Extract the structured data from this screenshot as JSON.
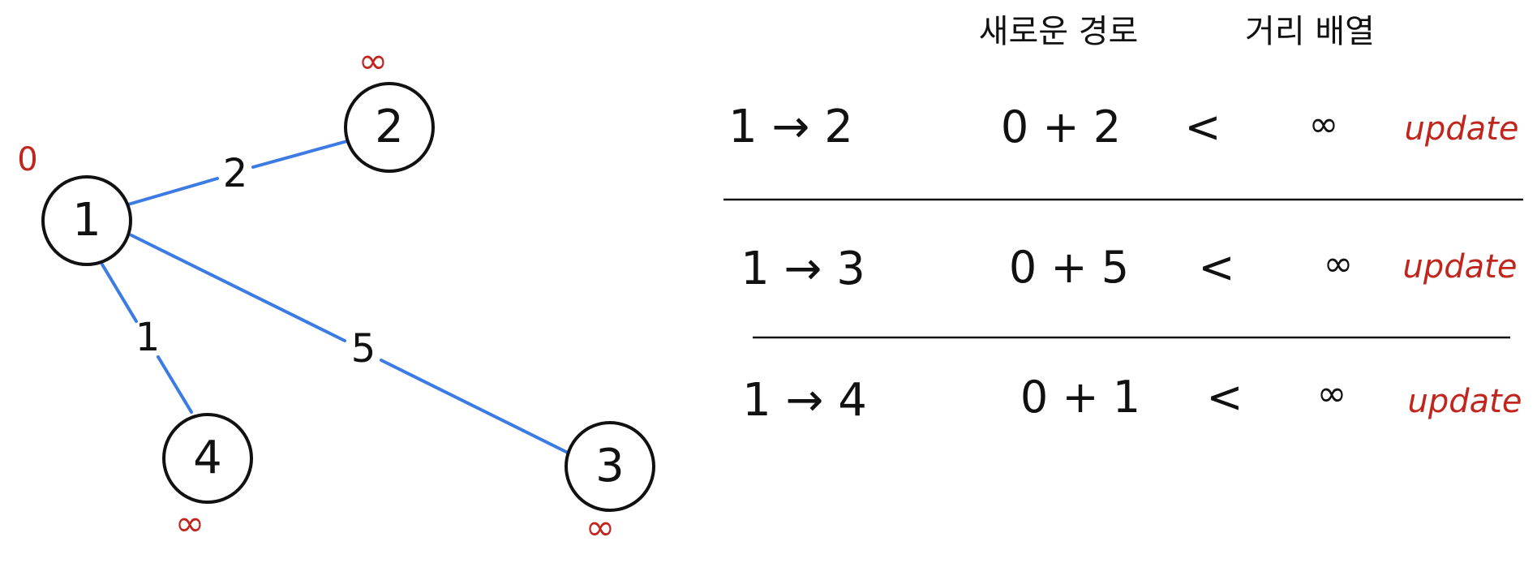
{
  "colors": {
    "edge": "#3b7be3",
    "ink": "#111111",
    "distance_mark": "#c0261d"
  },
  "graph": {
    "nodes": [
      {
        "id": "1",
        "label": "1",
        "distance": "0"
      },
      {
        "id": "2",
        "label": "2",
        "distance": "∞"
      },
      {
        "id": "3",
        "label": "3",
        "distance": "∞"
      },
      {
        "id": "4",
        "label": "4",
        "distance": "∞"
      }
    ],
    "edges": [
      {
        "from": "1",
        "to": "2",
        "weight": "2"
      },
      {
        "from": "1",
        "to": "3",
        "weight": "5"
      },
      {
        "from": "1",
        "to": "4",
        "weight": "1"
      }
    ]
  },
  "table": {
    "headers": {
      "new_path": "새로운 경로",
      "distance_array": "거리 배열"
    },
    "rows": [
      {
        "path": "1 → 2",
        "new_cost": "0 + 2",
        "compare": "<",
        "current": "∞",
        "action": "update"
      },
      {
        "path": "1 → 3",
        "new_cost": "0 + 5",
        "compare": "<",
        "current": "∞",
        "action": "update"
      },
      {
        "path": "1 → 4",
        "new_cost": "0 + 1",
        "compare": "<",
        "current": "∞",
        "action": "update"
      }
    ]
  }
}
